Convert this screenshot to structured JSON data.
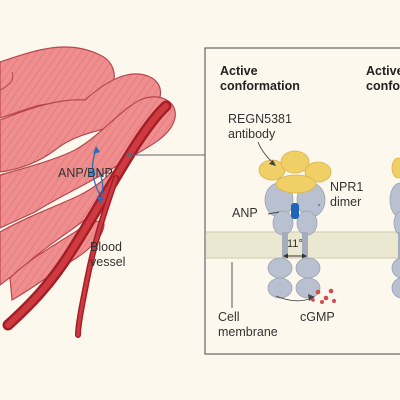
{
  "figure": {
    "background": "#fdf8ee",
    "colors": {
      "muscle": "#ef8e8e",
      "muscle_stripe": "#e06f72",
      "vessel": "#c0262d",
      "antibody": "#f0cf67",
      "receptor": "#b9c0cf",
      "anp": "#1f64b8",
      "membrane": "#e9e6cf",
      "cgmp": "#d24a4a",
      "arrow": "#2c6fb8"
    }
  },
  "left": {
    "anp_bnp_label": "ANP/BNP",
    "blood_vessel_line1": "Blood",
    "blood_vessel_line2": "vessel"
  },
  "panel": {
    "heading_left_line1": "Active",
    "heading_left_line2": "conformation",
    "heading_right_line1": "Active",
    "heading_right_line2": "confo",
    "antibody_line1": "REGN5381",
    "antibody_line2": "antibody",
    "receptor_line1": "NPR1",
    "receptor_line2": "dimer",
    "anp_label": "ANP",
    "angle_label": "11°",
    "membrane_line1": "Cell",
    "membrane_line2": "membrane",
    "cgmp_label": "cGMP"
  }
}
